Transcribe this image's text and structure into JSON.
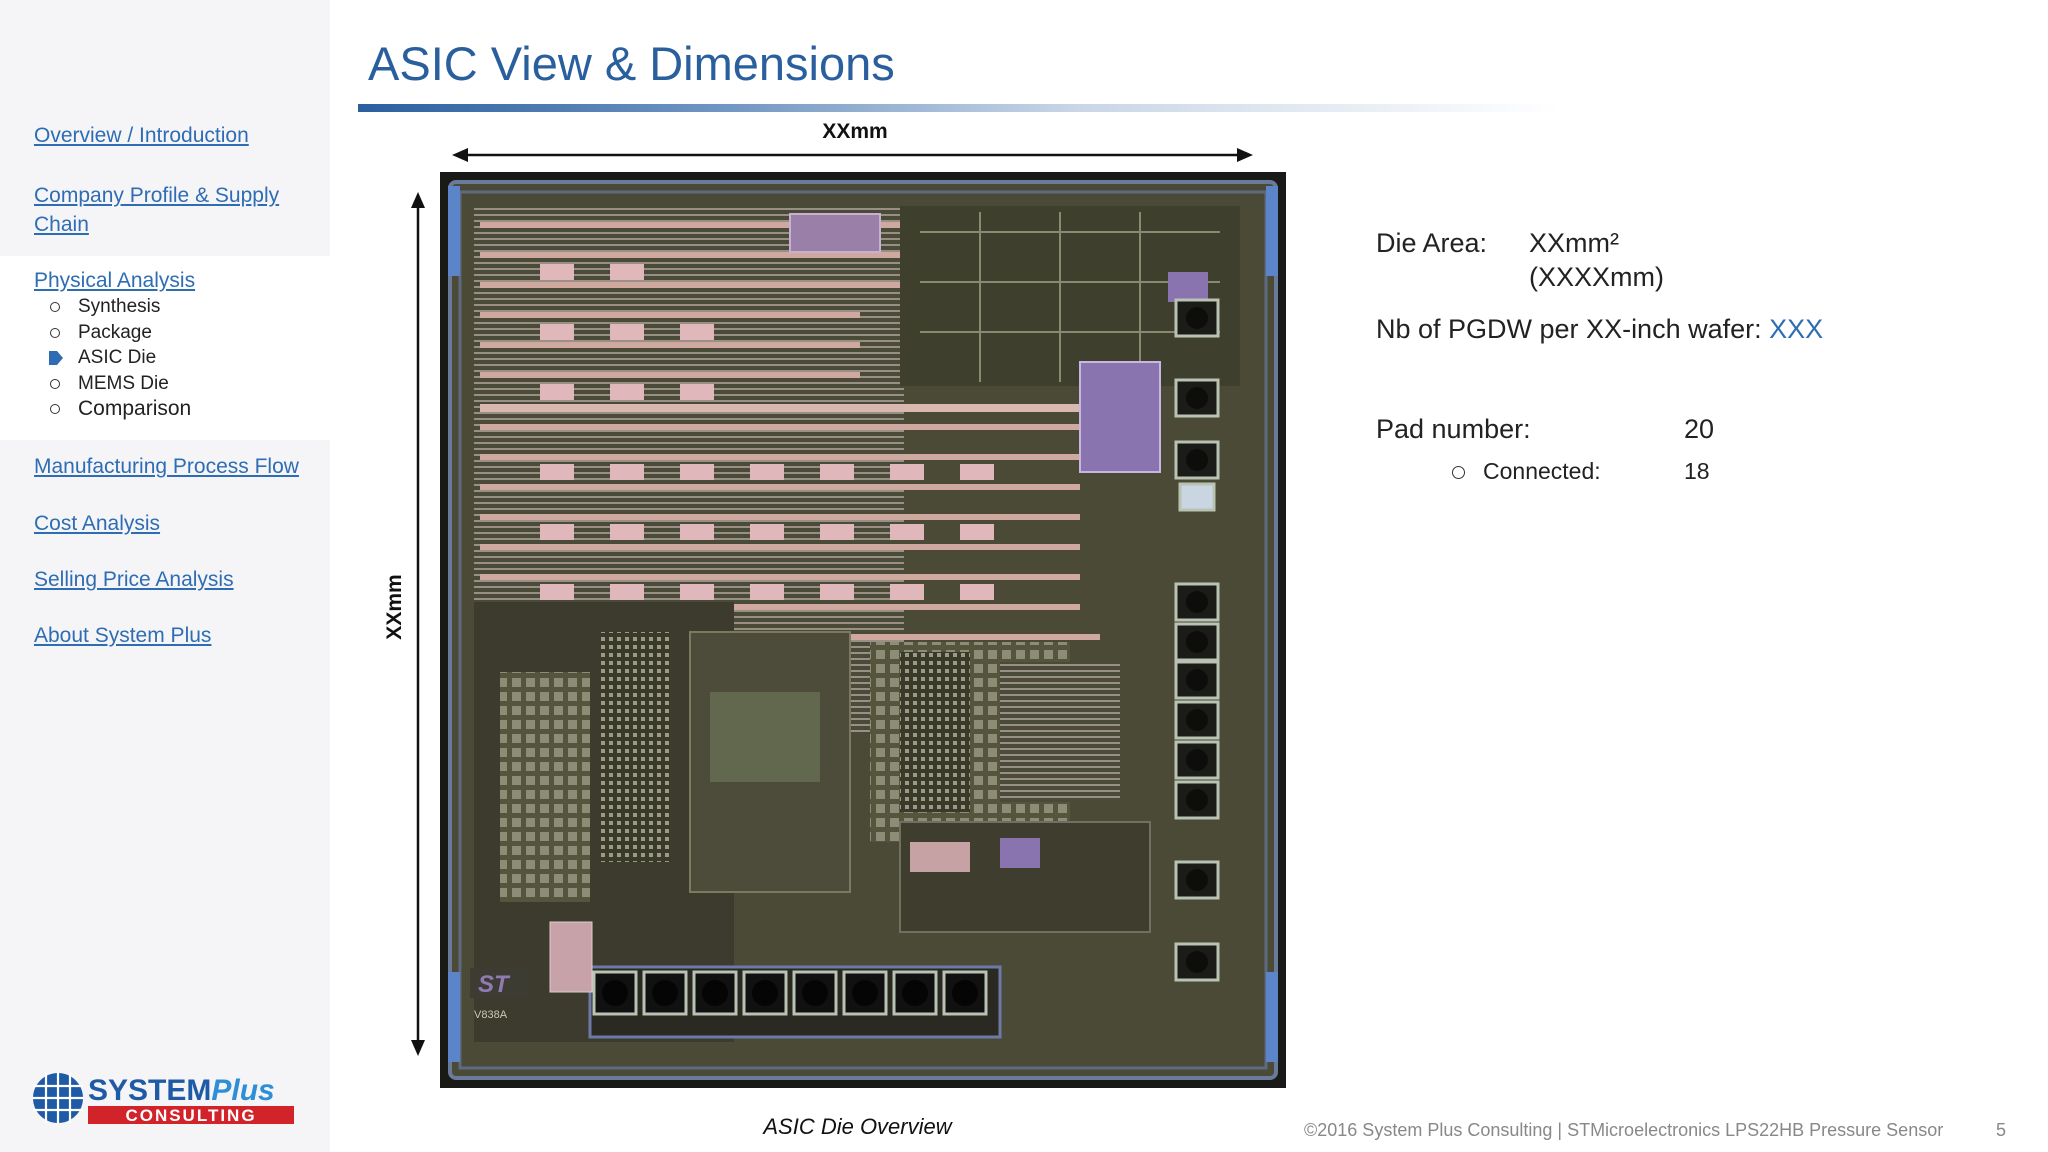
{
  "nav": {
    "overview": "Overview / Introduction",
    "company": "Company Profile & Supply Chain",
    "physical": "Physical Analysis",
    "sub_items": [
      "Synthesis",
      "Package",
      "ASIC Die",
      "MEMS Die",
      "Comparison"
    ],
    "active_sub": "ASIC Die",
    "manufacturing": "Manufacturing Process Flow",
    "cost": "Cost Analysis",
    "selling": "Selling Price Analysis",
    "about": "About System Plus"
  },
  "logo": {
    "line1": "SYSTEMPlus",
    "line2": "CONSULTING"
  },
  "title": "ASIC View & Dimensions",
  "dimensions": {
    "horizontal": "XXmm",
    "vertical": "XXmm"
  },
  "figure": {
    "caption": "ASIC Die Overview",
    "logo_mark": "ST",
    "marking": "V838A"
  },
  "info": {
    "die_area_label": "Die Area:",
    "die_area_value": "XXmm²",
    "die_area_sub": "(XXXXmm)",
    "pgdw_label": "Nb of PGDW per XX-inch wafer:",
    "pgdw_value": "XXX",
    "pad_label": "Pad number:",
    "pad_value": "20",
    "connected_label": "Connected:",
    "connected_value": "18"
  },
  "footer": {
    "text": "©2016 System Plus Consulting | STMicroelectronics LPS22HB Pressure Sensor",
    "page": "5"
  },
  "colors": {
    "accent": "#2e6db4",
    "title": "#2a5f9e"
  }
}
